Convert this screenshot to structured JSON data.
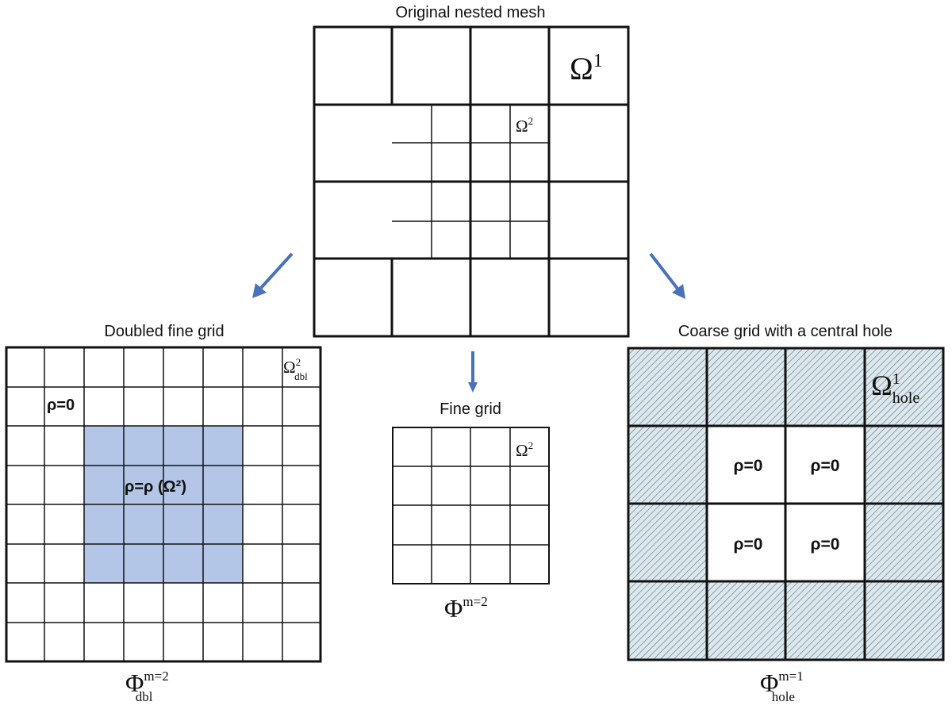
{
  "original": {
    "title": "Original nested mesh",
    "coarse_label_sym": "Ω",
    "coarse_label_sup": "1",
    "fine_label_sym": "Ω",
    "fine_label_sup": "2"
  },
  "doubled": {
    "title": "Doubled fine grid",
    "corner_sym": "Ω",
    "corner_sup": "2",
    "corner_sub": "dbl",
    "zero_label": "ρ=0",
    "center_label": "ρ=ρ (Ω²)",
    "formula_sym": "Φ",
    "formula_sup": "m=2",
    "formula_sub": "dbl"
  },
  "fine": {
    "title": "Fine grid",
    "corner_sym": "Ω",
    "corner_sup": "2",
    "formula_sym": "Φ",
    "formula_sup": "m=2"
  },
  "coarse_hole": {
    "title": "Coarse grid with a central hole",
    "corner_sym": "Ω",
    "corner_sup": "1",
    "corner_sub": "hole",
    "hole_labels": [
      "ρ=0",
      "ρ=0",
      "ρ=0",
      "ρ=0"
    ],
    "formula_sym": "Φ",
    "formula_sup": "m=1",
    "formula_sub": "hole"
  },
  "colors": {
    "highlight": "#b4c6e7",
    "arrow": "#4a72b8",
    "hatch_bg": "#dde7ec",
    "hatch_line": "#5a7f90"
  }
}
